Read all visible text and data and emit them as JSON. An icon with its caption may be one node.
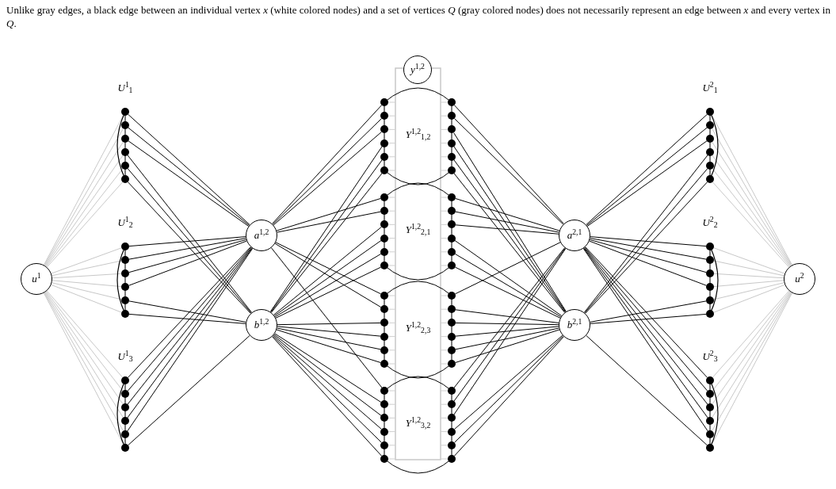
{
  "diagram": {
    "title": "Unlike gray edges, a black edge between an individual vertex *x* (white colored nodes) and a set of vertices *Q* (gray colored nodes) does not necessarily represent an edge between *x* and every vertex in *Q*.",
    "nodes": [
      {
        "text": [
          "*y*$^{1,2}$"
        ]
      },
      {
        "text": [
          "*U*$^{1}$$_{1}$"
        ]
      },
      {
        "text": [],
        "shape": "circle",
        "in": 1
      },
      {
        "text": [],
        "shape": "circle",
        "in": 1
      },
      {
        "text": [],
        "shape": "circle",
        "in": 1
      },
      {
        "text": [],
        "shape": "circle",
        "in": 1
      },
      {
        "text": [],
        "shape": "circle",
        "in": 1
      },
      {
        "text": [],
        "shape": "circle",
        "in": 1
      },
      {
        "text": [
          "*U*$^{2}$$_{1}$"
        ]
      },
      {
        "text": [],
        "shape": "circle",
        "in": 8
      },
      {
        "text": [],
        "shape": "circle",
        "in": 8
      },
      {
        "text": [],
        "shape": "circle",
        "in": 8
      },
      {
        "text": [],
        "shape": "circle",
        "in": 8
      },
      {
        "text": [],
        "shape": "circle",
        "in": 8
      },
      {
        "text": [],
        "shape": "circle",
        "in": 8
      },
      {
        "text": [
          "*Y*$^{1,2}$$_{1,2}$"
        ]
      },
      {
        "text": [],
        "shape": "circle",
        "in": 15
      },
      {
        "text": [],
        "shape": "circle",
        "in": 15
      },
      {
        "text": [],
        "shape": "circle",
        "in": 15
      },
      {
        "text": [],
        "shape": "circle",
        "in": 15
      },
      {
        "text": [],
        "shape": "circle",
        "in": 15
      },
      {
        "text": [],
        "shape": "circle",
        "in": 15
      },
      {
        "text": [],
        "shape": "circle",
        "in": 15
      },
      {
        "text": [],
        "shape": "circle",
        "in": 15
      },
      {
        "text": [],
        "shape": "circle",
        "in": 15
      },
      {
        "text": [],
        "shape": "circle",
        "in": 15
      },
      {
        "text": [],
        "shape": "circle",
        "in": 15
      },
      {
        "text": [],
        "shape": "circle",
        "in": 15
      },
      {
        "text": [
          "*Y*$^{1,2}$$_{2,1}$"
        ]
      },
      {
        "text": [],
        "shape": "circle",
        "in": 28
      },
      {
        "text": [],
        "shape": "circle",
        "in": 28
      },
      {
        "text": [],
        "shape": "circle",
        "in": 28
      },
      {
        "text": [],
        "shape": "circle",
        "in": 28
      },
      {
        "text": [],
        "shape": "circle",
        "in": 28
      },
      {
        "text": [],
        "shape": "circle",
        "in": 28
      },
      {
        "text": [],
        "shape": "circle",
        "in": 28
      },
      {
        "text": [],
        "shape": "circle",
        "in": 28
      },
      {
        "text": [],
        "shape": "circle",
        "in": 28
      },
      {
        "text": [],
        "shape": "circle",
        "in": 28
      },
      {
        "text": [],
        "shape": "circle",
        "in": 28
      },
      {
        "text": [],
        "shape": "circle",
        "in": 28
      },
      {
        "text": [
          "*a*$^{1,2}$"
        ]
      },
      {
        "text": [
          "*a*$^{2,1}$"
        ]
      },
      {
        "text": [
          "*U*$^{1}$$_{2}$"
        ]
      },
      {
        "text": [],
        "shape": "circle",
        "in": 43
      },
      {
        "text": [],
        "shape": "circle",
        "in": 43
      },
      {
        "text": [],
        "shape": "circle",
        "in": 43
      },
      {
        "text": [],
        "shape": "circle",
        "in": 43
      },
      {
        "text": [],
        "shape": "circle",
        "in": 43
      },
      {
        "text": [],
        "shape": "circle",
        "in": 43
      },
      {
        "text": [
          "*U*$^{2}$$_{2}$"
        ]
      },
      {
        "text": [],
        "shape": "circle",
        "in": 50
      },
      {
        "text": [],
        "shape": "circle",
        "in": 50
      },
      {
        "text": [],
        "shape": "circle",
        "in": 50
      },
      {
        "text": [],
        "shape": "circle",
        "in": 50
      },
      {
        "text": [],
        "shape": "circle",
        "in": 50
      },
      {
        "text": [],
        "shape": "circle",
        "in": 50
      },
      {
        "text": [
          "*u*$^{1}$"
        ]
      },
      {
        "text": [
          "*u*$^{2}$"
        ]
      },
      {
        "text": [
          "*b*$^{1,2}$"
        ]
      },
      {
        "text": [
          "*b*$^{2,1}$"
        ]
      },
      {
        "text": [
          "*Y*$^{1,2}$$_{2,3}$"
        ]
      },
      {
        "text": [],
        "shape": "circle",
        "in": 61
      },
      {
        "text": [],
        "shape": "circle",
        "in": 61
      },
      {
        "text": [],
        "shape": "circle",
        "in": 61
      },
      {
        "text": [],
        "shape": "circle",
        "in": 61
      },
      {
        "text": [],
        "shape": "circle",
        "in": 61
      },
      {
        "text": [],
        "shape": "circle",
        "in": 61
      },
      {
        "text": [],
        "shape": "circle",
        "in": 61
      },
      {
        "text": [],
        "shape": "circle",
        "in": 61
      },
      {
        "text": [],
        "shape": "circle",
        "in": 61
      },
      {
        "text": [],
        "shape": "circle",
        "in": 61
      },
      {
        "text": [],
        "shape": "circle",
        "in": 61
      },
      {
        "text": [],
        "shape": "circle",
        "in": 61
      },
      {
        "text": [
          "*U*$^{1}$$_{3}$"
        ]
      },
      {
        "text": [],
        "shape": "circle",
        "in": 74
      },
      {
        "text": [],
        "shape": "circle",
        "in": 74
      },
      {
        "text": [],
        "shape": "circle",
        "in": 74
      },
      {
        "text": [],
        "shape": "circle",
        "in": 74
      },
      {
        "text": [],
        "shape": "circle",
        "in": 74
      },
      {
        "text": [],
        "shape": "circle",
        "in": 74
      },
      {
        "text": [
          "*U*$^{2}$$_{3}$"
        ]
      },
      {
        "text": [],
        "shape": "circle",
        "in": 81
      },
      {
        "text": [],
        "shape": "circle",
        "in": 81
      },
      {
        "text": [],
        "shape": "circle",
        "in": 81
      },
      {
        "text": [],
        "shape": "circle",
        "in": 81
      },
      {
        "text": [],
        "shape": "circle",
        "in": 81
      },
      {
        "text": [],
        "shape": "circle",
        "in": 81
      },
      {
        "text": [
          "*Y*$^{1,2}$$_{3,2}$"
        ]
      },
      {
        "text": [],
        "shape": "circle",
        "in": 88
      },
      {
        "text": [],
        "shape": "circle",
        "in": 88
      },
      {
        "text": [],
        "shape": "circle",
        "in": 88
      },
      {
        "text": [],
        "shape": "circle",
        "in": 88
      },
      {
        "text": [],
        "shape": "circle",
        "in": 88
      },
      {
        "text": [],
        "shape": "circle",
        "in": 88
      },
      {
        "text": [],
        "shape": "circle",
        "in": 88
      },
      {
        "text": [],
        "shape": "circle",
        "in": 88
      },
      {
        "text": [],
        "shape": "circle",
        "in": 88
      },
      {
        "text": [],
        "shape": "circle",
        "in": 88
      },
      {
        "text": [],
        "shape": "circle",
        "in": 88
      },
      {
        "text": [],
        "shape": "circle",
        "in": 88
      }
    ],
    "edges": [
      {
        "from": 57,
        "to": 2,
        "arrow": "none",
        "color": "#c8c8c8"
      },
      {
        "from": 57,
        "to": 3,
        "arrow": "none",
        "color": "#c8c8c8"
      },
      {
        "from": 57,
        "to": 4,
        "arrow": "none",
        "color": "#c8c8c8"
      },
      {
        "from": 57,
        "to": 5,
        "arrow": "none",
        "color": "#c8c8c8"
      },
      {
        "from": 57,
        "to": 6,
        "arrow": "none",
        "color": "#c8c8c8"
      },
      {
        "from": 57,
        "to": 7,
        "arrow": "none",
        "color": "#c8c8c8"
      },
      {
        "from": 57,
        "to": 44,
        "arrow": "none",
        "color": "#c8c8c8"
      },
      {
        "from": 57,
        "to": 45,
        "arrow": "none",
        "color": "#c8c8c8"
      },
      {
        "from": 57,
        "to": 46,
        "arrow": "none",
        "color": "#c8c8c8"
      },
      {
        "from": 57,
        "to": 47,
        "arrow": "none",
        "color": "#c8c8c8"
      },
      {
        "from": 57,
        "to": 48,
        "arrow": "none",
        "color": "#c8c8c8"
      },
      {
        "from": 57,
        "to": 49,
        "arrow": "none",
        "color": "#c8c8c8"
      },
      {
        "from": 57,
        "to": 75,
        "arrow": "none",
        "color": "#c8c8c8"
      },
      {
        "from": 57,
        "to": 76,
        "arrow": "none",
        "color": "#c8c8c8"
      },
      {
        "from": 57,
        "to": 77,
        "arrow": "none",
        "color": "#c8c8c8"
      },
      {
        "from": 57,
        "to": 78,
        "arrow": "none",
        "color": "#c8c8c8"
      },
      {
        "from": 57,
        "to": 79,
        "arrow": "none",
        "color": "#c8c8c8"
      },
      {
        "from": 57,
        "to": 80,
        "arrow": "none",
        "color": "#c8c8c8"
      },
      {
        "from": 58,
        "to": 9,
        "arrow": "none",
        "color": "#c8c8c8"
      },
      {
        "from": 58,
        "to": 10,
        "arrow": "none",
        "color": "#c8c8c8"
      },
      {
        "from": 58,
        "to": 11,
        "arrow": "none",
        "color": "#c8c8c8"
      },
      {
        "from": 58,
        "to": 12,
        "arrow": "none",
        "color": "#c8c8c8"
      },
      {
        "from": 58,
        "to": 13,
        "arrow": "none",
        "color": "#c8c8c8"
      },
      {
        "from": 58,
        "to": 14,
        "arrow": "none",
        "color": "#c8c8c8"
      },
      {
        "from": 58,
        "to": 51,
        "arrow": "none",
        "color": "#c8c8c8"
      },
      {
        "from": 58,
        "to": 52,
        "arrow": "none",
        "color": "#c8c8c8"
      },
      {
        "from": 58,
        "to": 53,
        "arrow": "none",
        "color": "#c8c8c8"
      },
      {
        "from": 58,
        "to": 54,
        "arrow": "none",
        "color": "#c8c8c8"
      },
      {
        "from": 58,
        "to": 55,
        "arrow": "none",
        "color": "#c8c8c8"
      },
      {
        "from": 58,
        "to": 56,
        "arrow": "none",
        "color": "#c8c8c8"
      },
      {
        "from": 58,
        "to": 82,
        "arrow": "none",
        "color": "#c8c8c8"
      },
      {
        "from": 58,
        "to": 83,
        "arrow": "none",
        "color": "#c8c8c8"
      },
      {
        "from": 58,
        "to": 84,
        "arrow": "none",
        "color": "#c8c8c8"
      },
      {
        "from": 58,
        "to": 85,
        "arrow": "none",
        "color": "#c8c8c8"
      },
      {
        "from": 58,
        "to": 86,
        "arrow": "none",
        "color": "#c8c8c8"
      },
      {
        "from": 58,
        "to": 87,
        "arrow": "none",
        "color": "#c8c8c8"
      },
      {
        "from": 2,
        "to": 41,
        "arrow": "none"
      },
      {
        "from": 3,
        "to": 41,
        "arrow": "none"
      },
      {
        "from": 4,
        "to": 41,
        "arrow": "none"
      },
      {
        "from": 5,
        "to": 59,
        "arrow": "none"
      },
      {
        "from": 6,
        "to": 59,
        "arrow": "none"
      },
      {
        "from": 7,
        "to": 59,
        "arrow": "none"
      },
      {
        "from": 44,
        "to": 41,
        "arrow": "none"
      },
      {
        "from": 45,
        "to": 41,
        "arrow": "none"
      },
      {
        "from": 46,
        "to": 41,
        "arrow": "none"
      },
      {
        "from": 47,
        "to": 41,
        "arrow": "none"
      },
      {
        "from": 48,
        "to": 59,
        "arrow": "none"
      },
      {
        "from": 49,
        "to": 59,
        "arrow": "none"
      },
      {
        "from": 75,
        "to": 41,
        "arrow": "none"
      },
      {
        "from": 76,
        "to": 41,
        "arrow": "none"
      },
      {
        "from": 77,
        "to": 41,
        "arrow": "none"
      },
      {
        "from": 78,
        "to": 41,
        "arrow": "none"
      },
      {
        "from": 79,
        "to": 41,
        "arrow": "none"
      },
      {
        "from": 80,
        "to": 59,
        "arrow": "none"
      },
      {
        "from": 9,
        "to": 42,
        "arrow": "none"
      },
      {
        "from": 10,
        "to": 42,
        "arrow": "none"
      },
      {
        "from": 11,
        "to": 42,
        "arrow": "none"
      },
      {
        "from": 12,
        "to": 60,
        "arrow": "none"
      },
      {
        "from": 13,
        "to": 60,
        "arrow": "none"
      },
      {
        "from": 14,
        "to": 60,
        "arrow": "none"
      },
      {
        "from": 51,
        "to": 42,
        "arrow": "none"
      },
      {
        "from": 52,
        "to": 42,
        "arrow": "none"
      },
      {
        "from": 53,
        "to": 42,
        "arrow": "none"
      },
      {
        "from": 54,
        "to": 42,
        "arrow": "none"
      },
      {
        "from": 55,
        "to": 60,
        "arrow": "none"
      },
      {
        "from": 56,
        "to": 60,
        "arrow": "none"
      },
      {
        "from": 82,
        "to": 42,
        "arrow": "none"
      },
      {
        "from": 83,
        "to": 42,
        "arrow": "none"
      },
      {
        "from": 84,
        "to": 42,
        "arrow": "none"
      },
      {
        "from": 85,
        "to": 42,
        "arrow": "none"
      },
      {
        "from": 86,
        "to": 42,
        "arrow": "none"
      },
      {
        "from": 87,
        "to": 60,
        "arrow": "none"
      },
      {
        "from": 16,
        "to": 41,
        "arrow": "none"
      },
      {
        "from": 17,
        "to": 41,
        "arrow": "none"
      },
      {
        "from": 18,
        "to": 41,
        "arrow": "none"
      },
      {
        "from": 19,
        "to": 59,
        "arrow": "none"
      },
      {
        "from": 20,
        "to": 59,
        "arrow": "none"
      },
      {
        "from": 21,
        "to": 59,
        "arrow": "none"
      },
      {
        "from": 22,
        "to": 42,
        "arrow": "none"
      },
      {
        "from": 23,
        "to": 42,
        "arrow": "none"
      },
      {
        "from": 24,
        "to": 60,
        "arrow": "none"
      },
      {
        "from": 25,
        "to": 60,
        "arrow": "none"
      },
      {
        "from": 26,
        "to": 60,
        "arrow": "none"
      },
      {
        "from": 27,
        "to": 60,
        "arrow": "none"
      },
      {
        "from": 29,
        "to": 41,
        "arrow": "none"
      },
      {
        "from": 30,
        "to": 41,
        "arrow": "none"
      },
      {
        "from": 31,
        "to": 59,
        "arrow": "none"
      },
      {
        "from": 32,
        "to": 59,
        "arrow": "none"
      },
      {
        "from": 33,
        "to": 59,
        "arrow": "none"
      },
      {
        "from": 34,
        "to": 59,
        "arrow": "none"
      },
      {
        "from": 35,
        "to": 42,
        "arrow": "none"
      },
      {
        "from": 36,
        "to": 42,
        "arrow": "none"
      },
      {
        "from": 37,
        "to": 42,
        "arrow": "none"
      },
      {
        "from": 38,
        "to": 60,
        "arrow": "none"
      },
      {
        "from": 39,
        "to": 60,
        "arrow": "none"
      },
      {
        "from": 40,
        "to": 60,
        "arrow": "none"
      },
      {
        "from": 62,
        "to": 41,
        "arrow": "none"
      },
      {
        "from": 63,
        "to": 41,
        "arrow": "none"
      },
      {
        "from": 64,
        "to": 59,
        "arrow": "none"
      },
      {
        "from": 65,
        "to": 59,
        "arrow": "none"
      },
      {
        "from": 66,
        "to": 59,
        "arrow": "none"
      },
      {
        "from": 67,
        "to": 59,
        "arrow": "none"
      },
      {
        "from": 68,
        "to": 42,
        "arrow": "none"
      },
      {
        "from": 69,
        "to": 60,
        "arrow": "none"
      },
      {
        "from": 70,
        "to": 60,
        "arrow": "none"
      },
      {
        "from": 71,
        "to": 60,
        "arrow": "none"
      },
      {
        "from": 72,
        "to": 60,
        "arrow": "none"
      },
      {
        "from": 73,
        "to": 60,
        "arrow": "none"
      },
      {
        "from": 89,
        "to": 41,
        "arrow": "none"
      },
      {
        "from": 90,
        "to": 59,
        "arrow": "none"
      },
      {
        "from": 91,
        "to": 59,
        "arrow": "none"
      },
      {
        "from": 92,
        "to": 59,
        "arrow": "none"
      },
      {
        "from": 93,
        "to": 59,
        "arrow": "none"
      },
      {
        "from": 94,
        "to": 59,
        "arrow": "none"
      },
      {
        "from": 95,
        "to": 42,
        "arrow": "none"
      },
      {
        "from": 96,
        "to": 42,
        "arrow": "none"
      },
      {
        "from": 97,
        "to": 42,
        "arrow": "none"
      },
      {
        "from": 98,
        "to": 60,
        "arrow": "none"
      },
      {
        "from": 99,
        "to": 60,
        "arrow": "none"
      },
      {
        "from": 100,
        "to": 60,
        "arrow": "none"
      }
    ]
  }
}
